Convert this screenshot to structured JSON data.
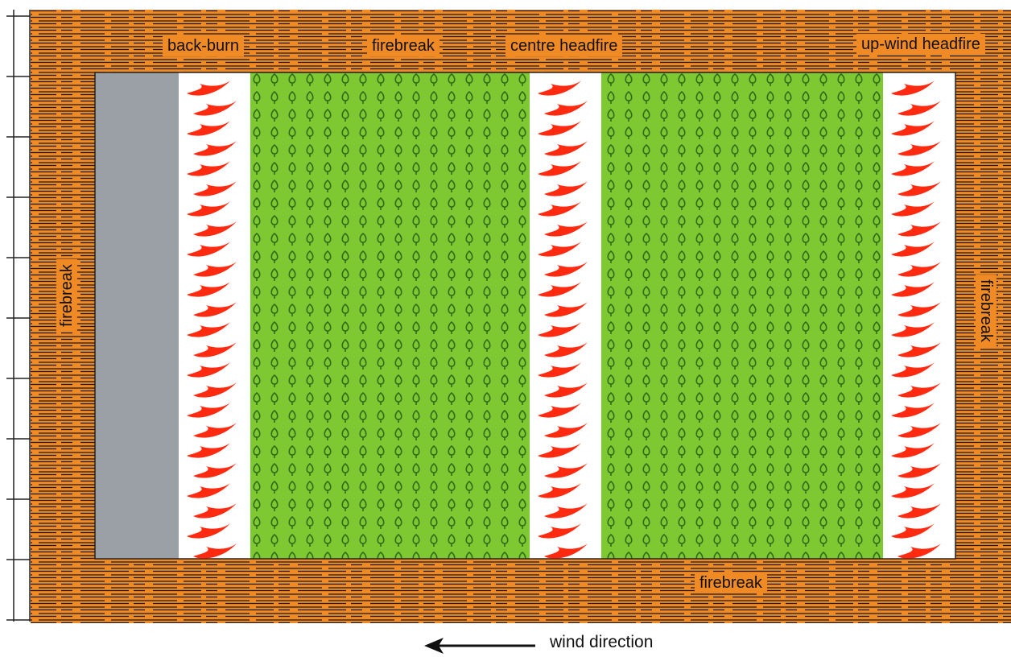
{
  "labels": {
    "back_burn": "back-burn",
    "firebreak_top": "firebreak",
    "centre_headfire": "centre headfire",
    "upwind_headfire": "up-wind headfire",
    "firebreak_left": "firebreak",
    "firebreak_right": "firebreak",
    "firebreak_bottom": "firebreak",
    "wind_direction": "wind direction"
  },
  "colors": {
    "firebreak": "#f08a24",
    "burnt": "#9aa0a6",
    "fire": "#ff2a10",
    "forest": "#7ec832",
    "tree": "#2f6b1a",
    "grain": "#1a1a1a"
  }
}
